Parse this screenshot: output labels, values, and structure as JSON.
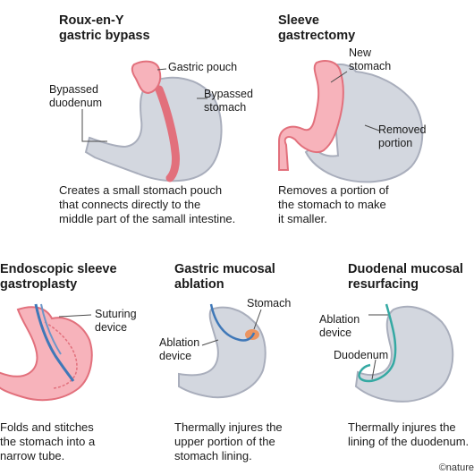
{
  "colors": {
    "stomach_fill": "#d3d7df",
    "stomach_edge": "#a9aebc",
    "pink_fill": "#f7b3bb",
    "pink_edge": "#e2707c",
    "device_blue": "#3f78b8",
    "device_teal": "#35a9a3",
    "ablation_orange": "#f08a4b",
    "leader_line": "#4a4a4a"
  },
  "panels": [
    {
      "title_line1": "Roux-en-Y",
      "title_line2": "gastric bypass",
      "labels": [
        "Gastric pouch",
        "Bypassed",
        "stomach",
        "Bypassed",
        "duodenum"
      ],
      "desc": [
        "Creates a small stomach pouch",
        "that connects directly to the",
        "middle part of the samall intestine."
      ]
    },
    {
      "title_line1": "Sleeve",
      "title_line2": "gastrectomy",
      "labels": [
        "New",
        "stomach",
        "Removed",
        "portion"
      ],
      "desc": [
        "Removes a portion of",
        "the stomach to make",
        "it smaller."
      ]
    },
    {
      "title_line1": "Endoscopic sleeve",
      "title_line2": "gastroplasty",
      "labels": [
        "Suturing",
        "device"
      ],
      "desc": [
        "Folds and stitches",
        "the stomach into a",
        "narrow tube."
      ]
    },
    {
      "title_line1": "Gastric mucosal",
      "title_line2": "ablation",
      "labels": [
        "Stomach",
        "Ablation",
        "device"
      ],
      "desc": [
        "Thermally injures the",
        "upper portion of the",
        "stomach lining."
      ]
    },
    {
      "title_line1": "Duodenal mucosal",
      "title_line2": "resurfacing",
      "labels": [
        "Ablation",
        "device",
        "Duodenum"
      ],
      "desc": [
        "Thermally injures the",
        "lining of the duodenum."
      ]
    }
  ],
  "credit": "©nature"
}
